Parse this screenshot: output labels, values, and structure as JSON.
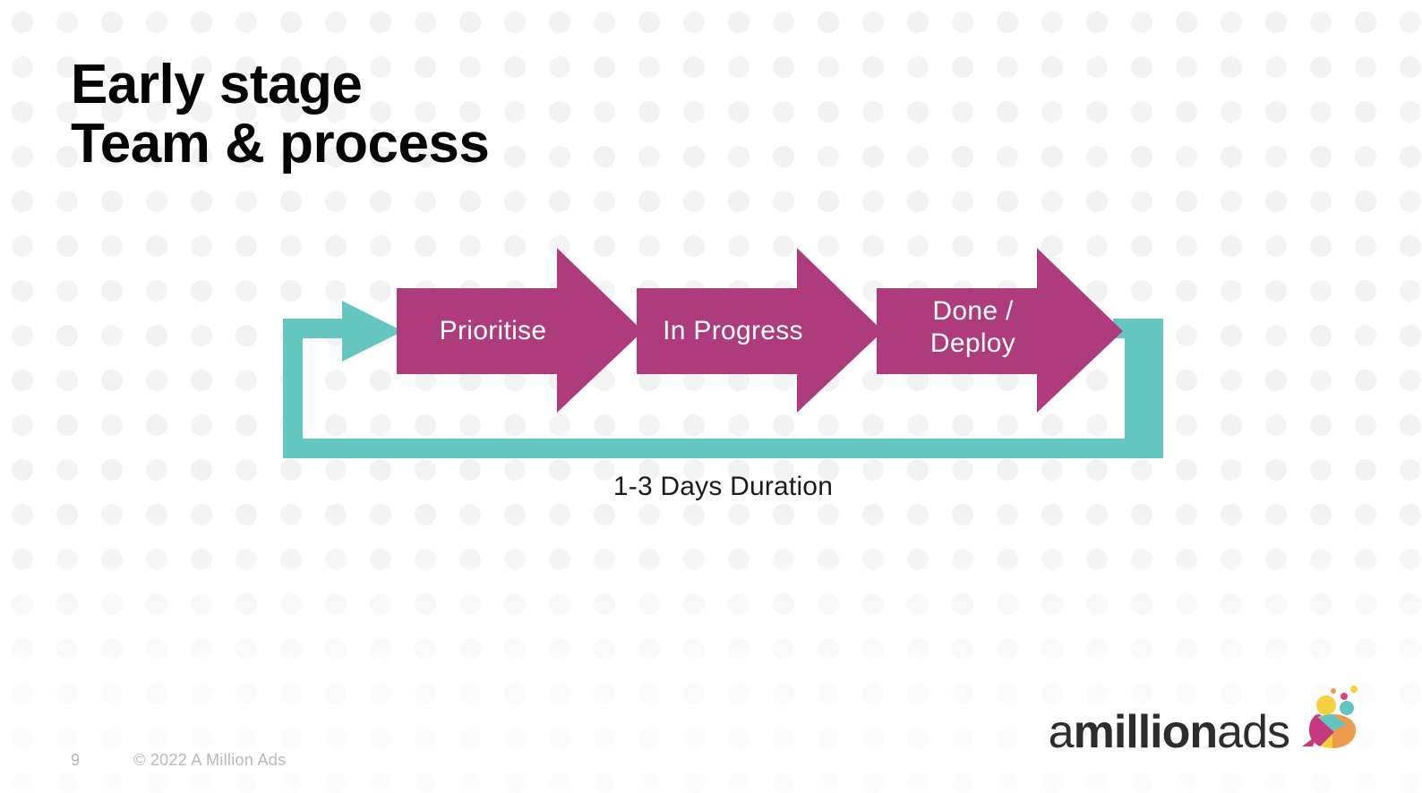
{
  "slide": {
    "page_number": "9",
    "copyright": "© 2022 A Million Ads",
    "background_dot_color": "#f2f2f3"
  },
  "title": {
    "line1": "Early stage",
    "line2": "Team & process"
  },
  "diagram": {
    "caption": "1-3 Days Duration",
    "colors": {
      "arrow_pink": "#AE3C7C",
      "loop_teal": "#66C7C0",
      "label_text": "#ffffff"
    },
    "stages": [
      {
        "label": "Prioritise",
        "lines": [
          "Prioritise"
        ]
      },
      {
        "label": "In Progress",
        "lines": [
          "In Progress"
        ]
      },
      {
        "label": "Done / Deploy",
        "lines": [
          "Done /",
          "Deploy"
        ]
      }
    ],
    "loop": {
      "name": "feedback-loop-arrow",
      "direction": "right-to-left-return"
    }
  },
  "logo": {
    "text_part1": "a",
    "text_part2": "million",
    "text_part3": "ads",
    "full_text": "amillionads",
    "mark_colors": {
      "yellow": "#F4D13D",
      "magenta": "#D6407F",
      "teal": "#63C5C0",
      "orange": "#EE9B4E",
      "pink_dot": "#E84B8A"
    }
  }
}
